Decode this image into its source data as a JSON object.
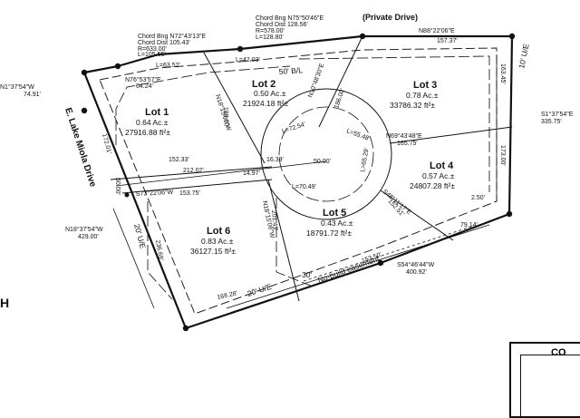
{
  "private_drive": "(Private Drive)",
  "road_name": "E. Lake Miola Drive",
  "lots": [
    {
      "name": "Lot 1",
      "acres": "0.64 Ac.±",
      "sqft": "27916.88 ft²±"
    },
    {
      "name": "Lot 2",
      "acres": "0.50 Ac.±",
      "sqft": "21924.18 ft²±"
    },
    {
      "name": "Lot 3",
      "acres": "0.78 Ac.±",
      "sqft": "33786.32 ft²±"
    },
    {
      "name": "Lot 4",
      "acres": "0.57 Ac.±",
      "sqft": "24807.28 ft²±"
    },
    {
      "name": "Lot 5",
      "acres": "0.43 Ac.±",
      "sqft": "18791.72 ft²±"
    },
    {
      "name": "Lot 6",
      "acres": "0.83 Ac.±",
      "sqft": "36127.15 ft²±"
    }
  ],
  "chord_top_left": {
    "bearing": "Chord Bng N72°43'13\"E",
    "dist": "Chord Dist 105.43'",
    "radius": "R=633.00'",
    "length": "L=105.55'"
  },
  "chord_top_right": {
    "bearing": "Chord Bng N75°50'46\"E",
    "dist": "Chord Dist 128.56'",
    "radius": "R=578.00'",
    "length": "L=128.80'"
  },
  "bearings": {
    "north_top": "N88°22'06\"E",
    "north_top_dist": "157.37'",
    "nw_corner": "N1°37'54\"W",
    "nw_corner_dist": "74.91'",
    "lot1_top": "N76°53'57\"E",
    "lot1_top_dist": "64.24'",
    "east": "S1°37'54\"E",
    "east_dist": "335.75'",
    "west": "N18°37'54\"W",
    "west_dist": "429.00'",
    "south": "S54°46'44\"W",
    "south_dist": "400.92'",
    "lot12_line": "N18°15'06\"W",
    "lot23_line": "N10°48'30\"E",
    "lot34_line": "N69°43'48\"E",
    "lot34_dist": "165.75'",
    "lot45_line": "S48°11'17\"E",
    "lot56_line": "N18°15'06\"W",
    "street_line": "S73°22'06\"W"
  },
  "distances": {
    "d63_52": "L=63.52'",
    "d42_03": "L=42.03'",
    "d188_00": "188.00'",
    "d186_00": "186.00'",
    "d72_54": "L=72.54'",
    "d55_48": "L=55.48'",
    "d65_29": "L=65.29'",
    "d70_49": "L=70.49'",
    "d152_33": "152.33'",
    "d16_39": "16.39'",
    "d50_00": "50.00'",
    "d212_02": "212.02'",
    "d14_97": "14.97'",
    "d153_75": "153.75'",
    "d50_00b": "50.00'",
    "d172_01": "172.01'",
    "d201_43": "201.43'",
    "d152_51": "152.51'",
    "d79_14": "79.14'",
    "d2_50": "2.50'",
    "d173_00": "173.00'",
    "d163_45": "163.45'",
    "d236_69": "236.69'",
    "d168_28": "168.28'",
    "d153_50": "153.50'"
  },
  "easements": {
    "ue_10": "10' U/E",
    "ue_20_west": "20' U/E",
    "ue_20_south": "20' U/E",
    "bl_50": "50' B/L",
    "setback_30": "30'",
    "no_build": "No-build easement"
  },
  "title_block": {
    "partial_text": "CO"
  },
  "edge_letter": "H"
}
